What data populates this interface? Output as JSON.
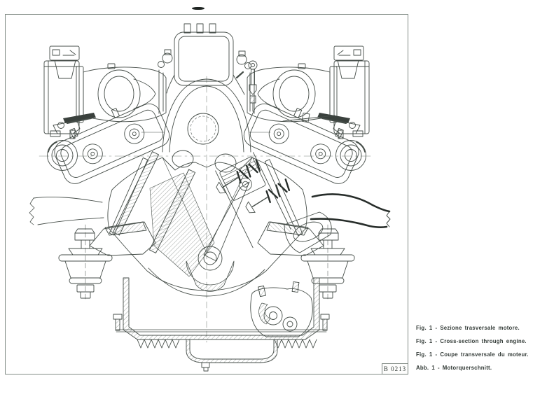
{
  "figure": {
    "plate_code": "B 0213",
    "drawing_alt": "Cross-section technical line drawing of a V engine: intake plenum, air boxes, camshafts, valve springs, piston, connecting rod, crankshaft, engine mounts and finned oil sump",
    "captions": {
      "it": "Fig. 1 - Sezione trasversale motore.",
      "en": "Fig. 1 - Cross-section through engine.",
      "fr": "Fig. 1 - Coupe transversale du moteur.",
      "de": "Abb. 1 - Motorquerschnitt."
    }
  },
  "colors": {
    "paper": "#ffffff",
    "ink": "#454d48",
    "dark_ink": "#272d2a",
    "frame_border": "#828c86",
    "caption_text": "#333b37"
  }
}
